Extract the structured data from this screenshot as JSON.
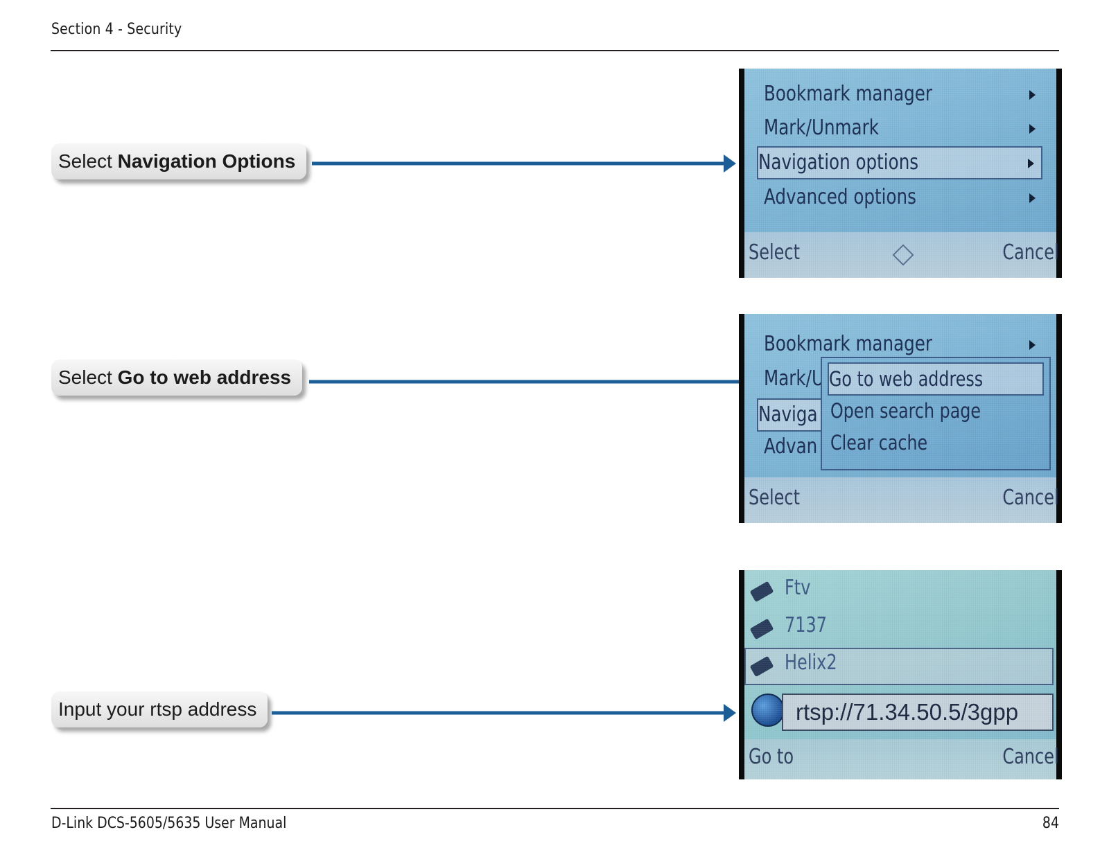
{
  "header": {
    "title": "Section 4 - Security"
  },
  "footer": {
    "manual": "D-Link DCS-5605/5635 User Manual",
    "page": "84"
  },
  "colors": {
    "arrow": "#1b5d96"
  },
  "steps": [
    {
      "prefix": "Select ",
      "bold": "Navigation Options"
    },
    {
      "prefix": "Select ",
      "bold": "Go to web address"
    },
    {
      "prefix": "Input your rtsp address",
      "bold": ""
    }
  ],
  "screen1": {
    "items": [
      "Bookmark manager",
      "Mark/Unmark",
      "Navigation options",
      "Advanced options"
    ],
    "soft_left": "Select",
    "soft_right": "Cancel"
  },
  "screen2": {
    "items": [
      "Bookmark manager",
      "Mark/U",
      "Naviga",
      "Advan"
    ],
    "popup": [
      "Go to web address",
      "Open search page",
      "Clear cache"
    ],
    "soft_left": "Select",
    "soft_right": "Cancel"
  },
  "screen3": {
    "bookmarks": [
      "Ftv",
      "7137",
      "Helix2"
    ],
    "address": "rtsp://71.34.50.5/3gpp",
    "soft_left": "Go to",
    "soft_right": "Cancel"
  }
}
